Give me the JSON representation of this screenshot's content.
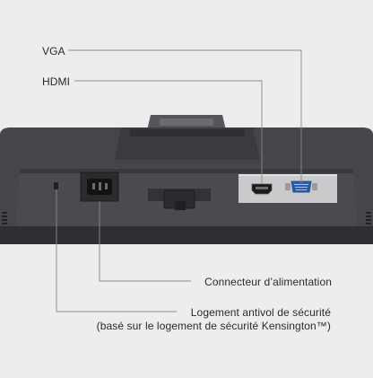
{
  "callouts": {
    "vga": "VGA",
    "hdmi": "HDMI",
    "power": "Connecteur d’alimentation",
    "lock_line1": "Logement antivol de sécurité",
    "lock_line2": "(basé sur le logement de sécurité Kensington™)"
  },
  "colors": {
    "background": "#ededed",
    "monitor_body": "#3f4043",
    "monitor_dark": "#2b2c2e",
    "leader_line": "#8a8a8a",
    "port_panel": "#c9cacc",
    "vga_port": "#2f5ea8"
  }
}
